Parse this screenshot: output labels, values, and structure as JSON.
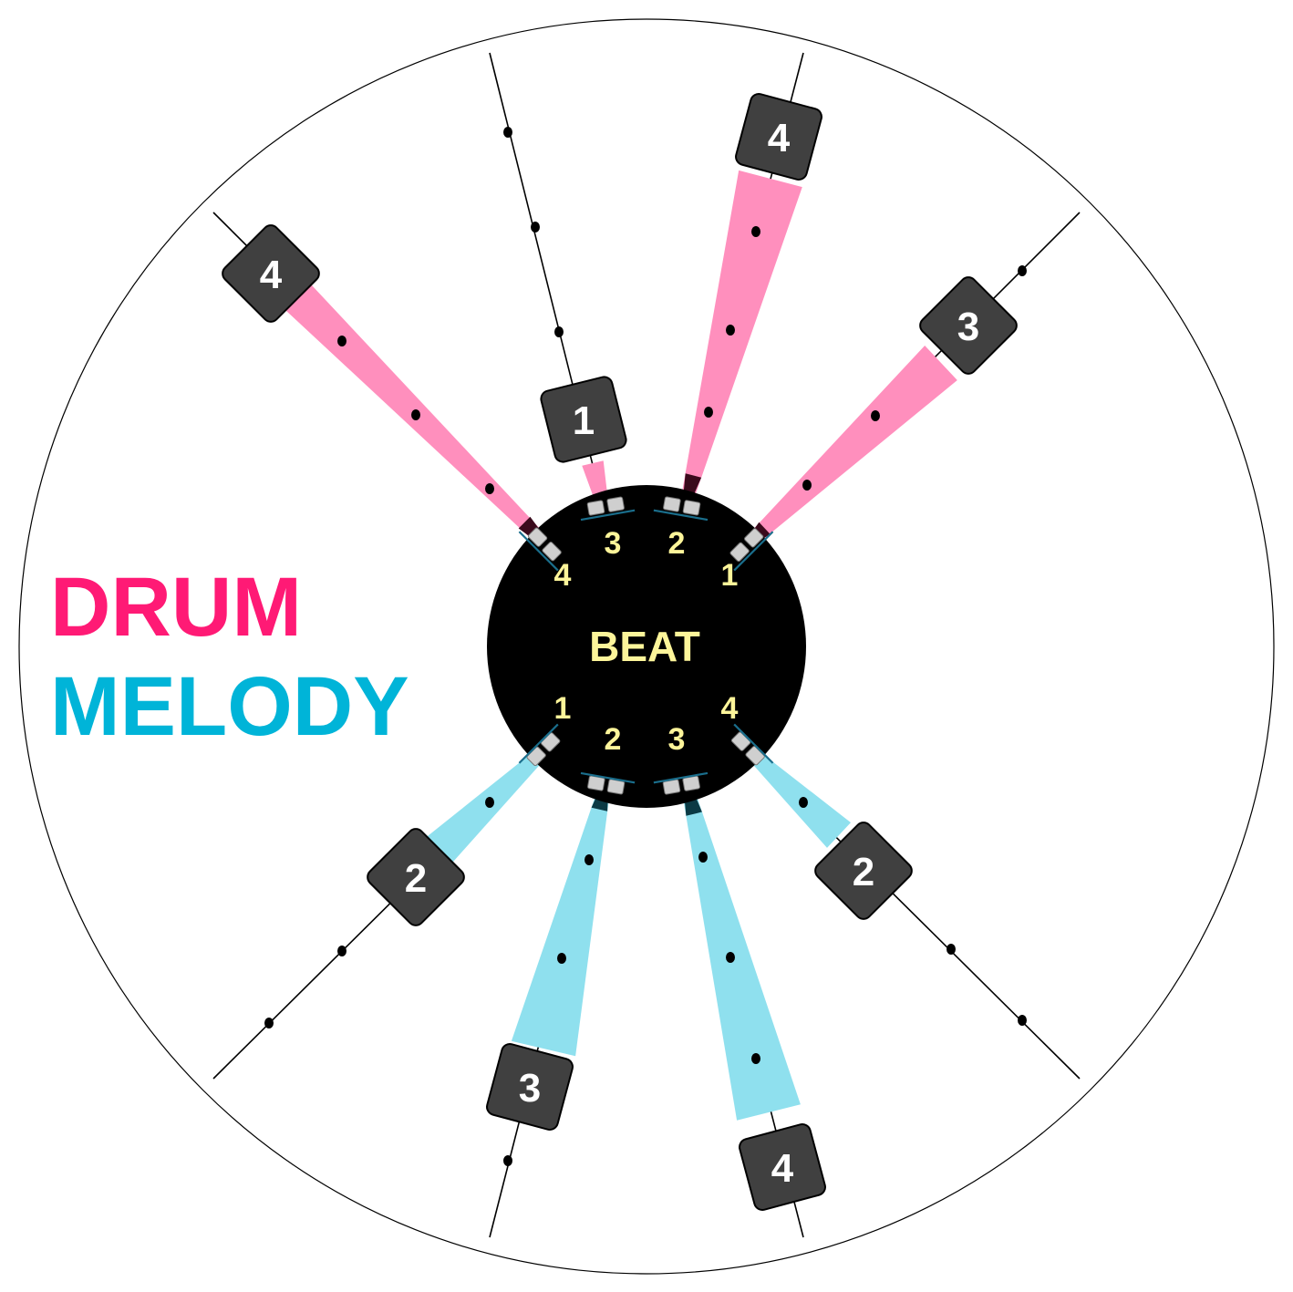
{
  "hub": {
    "label": "BEAT"
  },
  "legend": {
    "drum": "DRUM",
    "melody": "MELODY"
  },
  "colors": {
    "drum": "#ff1a75",
    "drum_beam": "#ff8fbd",
    "melody": "#00b4d8",
    "melody_beam": "#8fe0ee",
    "hub": "#000000",
    "hub_text": "#fdf59a",
    "tile": "#404040",
    "socket_line": "#1a6e8c"
  },
  "drum_ports": [
    {
      "label": "4",
      "tile": "4",
      "beam": true
    },
    {
      "label": "3",
      "tile": "1",
      "beam": true
    },
    {
      "label": "2",
      "tile": "4",
      "beam": true
    },
    {
      "label": "1",
      "tile": "3",
      "beam": true
    }
  ],
  "melody_ports": [
    {
      "label": "1",
      "tile": "2",
      "beam": true
    },
    {
      "label": "2",
      "tile": "3",
      "beam": true
    },
    {
      "label": "3",
      "tile": "4",
      "beam": true
    },
    {
      "label": "4",
      "tile": "2",
      "beam": true
    }
  ]
}
